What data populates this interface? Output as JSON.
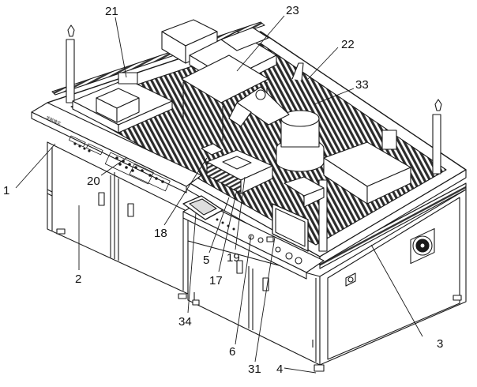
{
  "callouts": [
    {
      "id": "c1",
      "text": "1"
    },
    {
      "id": "c2",
      "text": "2"
    },
    {
      "id": "c3",
      "text": "3"
    },
    {
      "id": "c4",
      "text": "4"
    },
    {
      "id": "c5",
      "text": "5"
    },
    {
      "id": "c6",
      "text": "6"
    },
    {
      "id": "c17",
      "text": "17"
    },
    {
      "id": "c18",
      "text": "18"
    },
    {
      "id": "c19",
      "text": "19"
    },
    {
      "id": "c20",
      "text": "20"
    },
    {
      "id": "c21",
      "text": "21"
    },
    {
      "id": "c22",
      "text": "22"
    },
    {
      "id": "c23",
      "text": "23"
    },
    {
      "id": "c31",
      "text": "31"
    },
    {
      "id": "c33",
      "text": "33"
    },
    {
      "id": "c34",
      "text": "34"
    }
  ],
  "panel_logo_text": "华航唯实",
  "colors": {
    "line": "#1a1a1a",
    "fill": "#ffffff",
    "slat": "#2a2a2a",
    "shade": "#d8d8d8"
  }
}
